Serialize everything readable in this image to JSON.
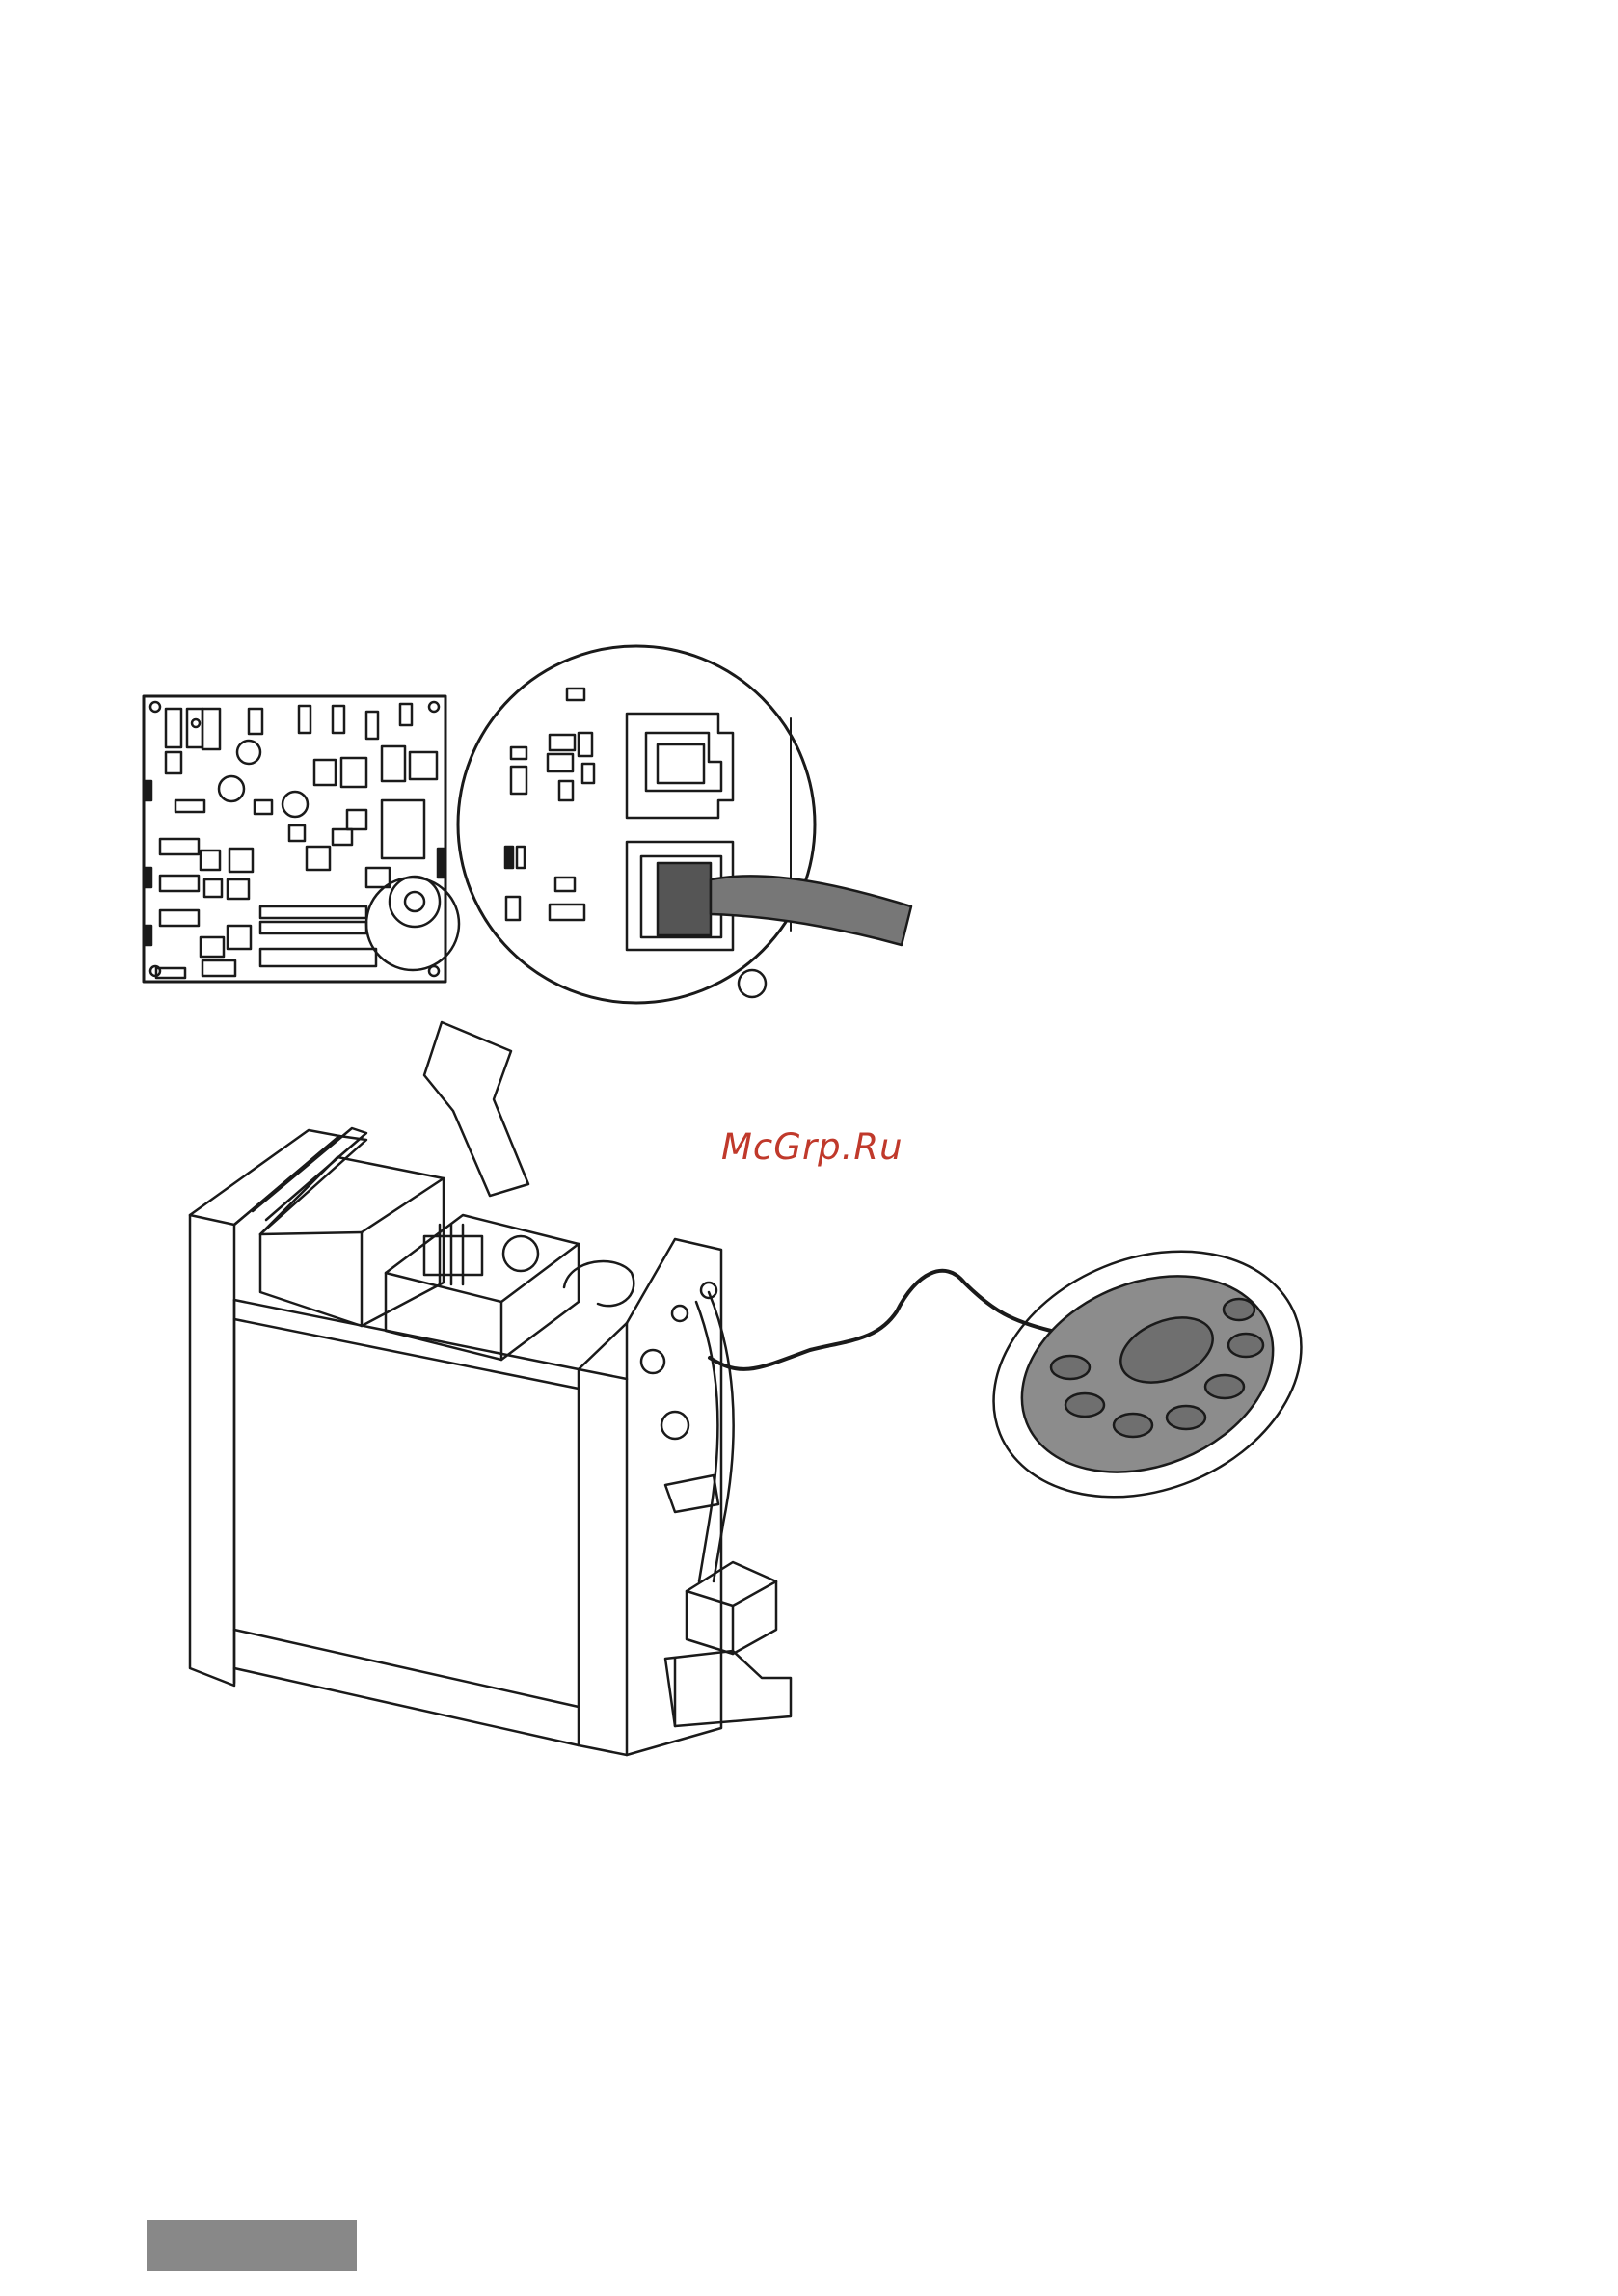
{
  "watermark": {
    "text": "McGrp.Ru"
  },
  "colors": {
    "line": "#1a1a1a",
    "watermark": "#c0392b",
    "panel_fill": "#8c8c8c",
    "button_fill": "#7b7b7b",
    "cable_fill": "#777777",
    "footer_bar": "#888888"
  },
  "icons": [
    "circuit-board",
    "magnifier-circle",
    "arrow-up",
    "steam-generator",
    "control-panel",
    "cable"
  ]
}
